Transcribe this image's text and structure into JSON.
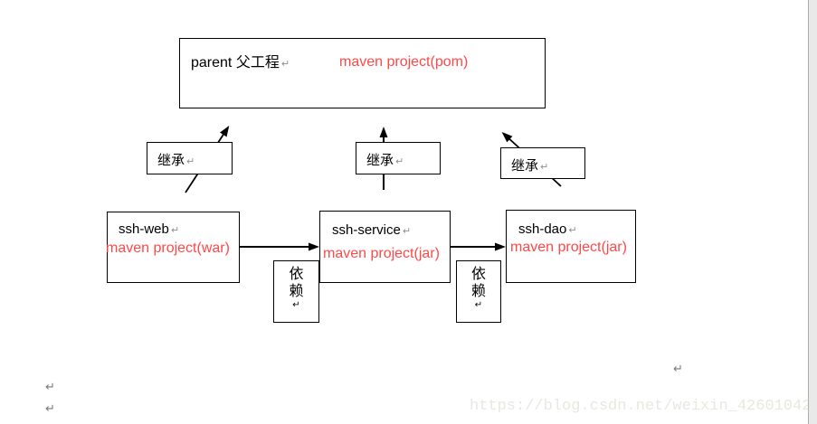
{
  "colors": {
    "accent_red": "#ff4848",
    "border_black": "#000000",
    "mark_gray": "#8f8f8f",
    "watermark_gray": "#e8e8e0"
  },
  "parent_box": {
    "title": "parent 父工程",
    "mark": "↵",
    "subtitle": "maven project(pom)"
  },
  "inherit_boxes": [
    {
      "label": "继承",
      "mark": "↵"
    },
    {
      "label": "继承",
      "mark": "↵"
    },
    {
      "label": "继承",
      "mark": "↵"
    }
  ],
  "module_boxes": [
    {
      "title": "ssh-web",
      "mark": "↵",
      "subtitle": "maven project(war)"
    },
    {
      "title": "ssh-service",
      "mark": "↵",
      "subtitle": "maven project(jar)"
    },
    {
      "title": "ssh-dao",
      "mark": "↵",
      "subtitle": "maven project(jar)"
    }
  ],
  "depend_boxes": [
    {
      "char1": "依",
      "char2": "赖",
      "mark": "↵"
    },
    {
      "char1": "依",
      "char2": "赖",
      "mark": "↵"
    }
  ],
  "paragraph_marks": {
    "left_top": "↵",
    "left_bottom": "↵",
    "right": "↵"
  },
  "watermark": {
    "text": "https://blog.csdn.net/weixin_42601042"
  }
}
